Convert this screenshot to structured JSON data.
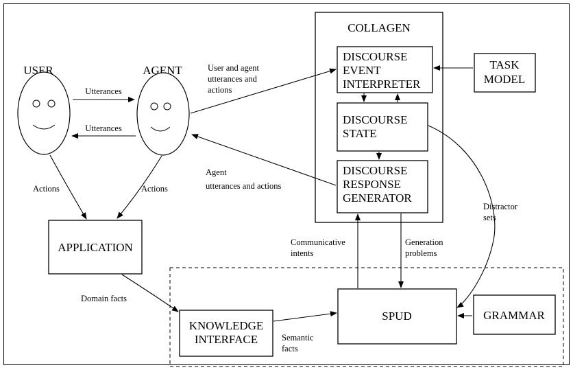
{
  "nodes": {
    "user": "USER",
    "agent": "AGENT",
    "collagen": "COLLAGEN",
    "event_interpreter": [
      "DISCOURSE",
      "EVENT",
      "INTERPRETER"
    ],
    "discourse_state": [
      "DISCOURSE",
      "STATE"
    ],
    "response_generator": [
      "DISCOURSE",
      "RESPONSE",
      "GENERATOR"
    ],
    "task_model": [
      "TASK",
      "MODEL"
    ],
    "application": "APPLICATION",
    "knowledge_interface": [
      "KNOWLEDGE",
      "INTERFACE"
    ],
    "spud": "SPUD",
    "grammar": "GRAMMAR"
  },
  "edges": {
    "utterances_to_agent": "Utterances",
    "utterances_to_user": "Utterances",
    "user_actions": "Actions",
    "agent_actions": "Actions",
    "user_agent_utterances": [
      "User and agent",
      "utterances and",
      "actions"
    ],
    "agent_utterances": [
      "Agent",
      "utterances and actions"
    ],
    "communicative_intents": [
      "Communicative",
      "intents"
    ],
    "generation_problems": [
      "Generation",
      "problems"
    ],
    "distractor_sets": [
      "Distractor",
      "sets"
    ],
    "domain_facts": "Domain facts",
    "semantic_facts": [
      "Semantic",
      "facts"
    ]
  }
}
